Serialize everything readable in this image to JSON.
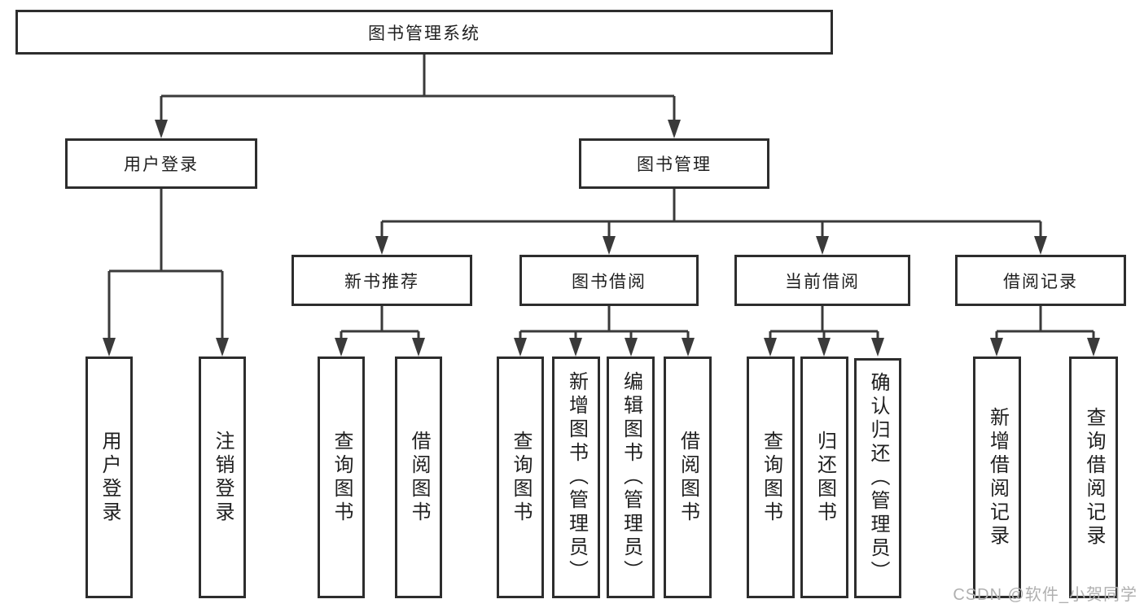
{
  "diagram": {
    "root": {
      "label": "图书管理系统"
    },
    "branches": [
      {
        "label": "用户登录",
        "children": [
          {
            "label": "用户登录"
          },
          {
            "label": "注销登录"
          }
        ]
      },
      {
        "label": "图书管理",
        "children": [
          {
            "label": "新书推荐",
            "children": [
              {
                "label": "查询图书"
              },
              {
                "label": "借阅图书"
              }
            ]
          },
          {
            "label": "图书借阅",
            "children": [
              {
                "label": "查询图书"
              },
              {
                "label": "新增图书（管理员）"
              },
              {
                "label": "编辑图书（管理员）"
              },
              {
                "label": "借阅图书"
              }
            ]
          },
          {
            "label": "当前借阅",
            "children": [
              {
                "label": "查询图书"
              },
              {
                "label": "归还图书"
              },
              {
                "label": "确认归还（管理员）"
              }
            ]
          },
          {
            "label": "借阅记录",
            "children": [
              {
                "label": "新增借阅记录"
              },
              {
                "label": "查询借阅记录"
              }
            ]
          }
        ]
      }
    ]
  },
  "watermark": {
    "text": "CSDN @软件_小贺同学"
  },
  "colors": {
    "line": "#3a3a3a",
    "box_border": "#2d2d2d",
    "text": "#1f1f1f",
    "watermark": "#b0b0b0",
    "background": "#ffffff"
  }
}
